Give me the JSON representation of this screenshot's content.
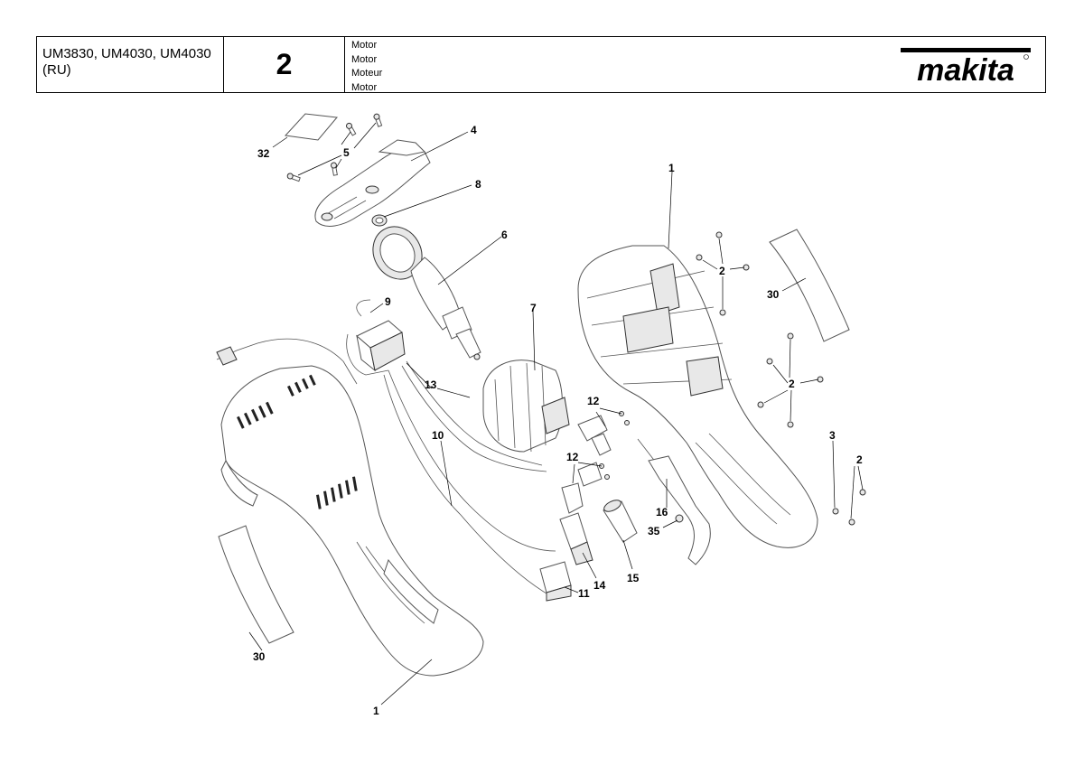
{
  "header": {
    "models_line1": "UM3830, UM4030, UM4030",
    "models_line2": "(RU)",
    "page_number": "2",
    "titles": [
      "Motor",
      "Motor",
      "Moteur",
      "Motor"
    ],
    "brand": "makita"
  },
  "callouts": [
    {
      "id": "c32",
      "label": "32"
    },
    {
      "id": "c5",
      "label": "5"
    },
    {
      "id": "c4",
      "label": "4"
    },
    {
      "id": "c8",
      "label": "8"
    },
    {
      "id": "c6",
      "label": "6"
    },
    {
      "id": "c9",
      "label": "9"
    },
    {
      "id": "c7",
      "label": "7"
    },
    {
      "id": "c13",
      "label": "13"
    },
    {
      "id": "c10",
      "label": "10"
    },
    {
      "id": "c12a",
      "label": "12"
    },
    {
      "id": "c12b",
      "label": "12"
    },
    {
      "id": "c1a",
      "label": "1"
    },
    {
      "id": "c2a",
      "label": "2"
    },
    {
      "id": "c30a",
      "label": "30"
    },
    {
      "id": "c2b",
      "label": "2"
    },
    {
      "id": "c3",
      "label": "3"
    },
    {
      "id": "c2c",
      "label": "2"
    },
    {
      "id": "c16",
      "label": "16"
    },
    {
      "id": "c35",
      "label": "35"
    },
    {
      "id": "c14",
      "label": "14"
    },
    {
      "id": "c15",
      "label": "15"
    },
    {
      "id": "c11",
      "label": "11"
    },
    {
      "id": "c30b",
      "label": "30"
    },
    {
      "id": "c1b",
      "label": "1"
    }
  ]
}
